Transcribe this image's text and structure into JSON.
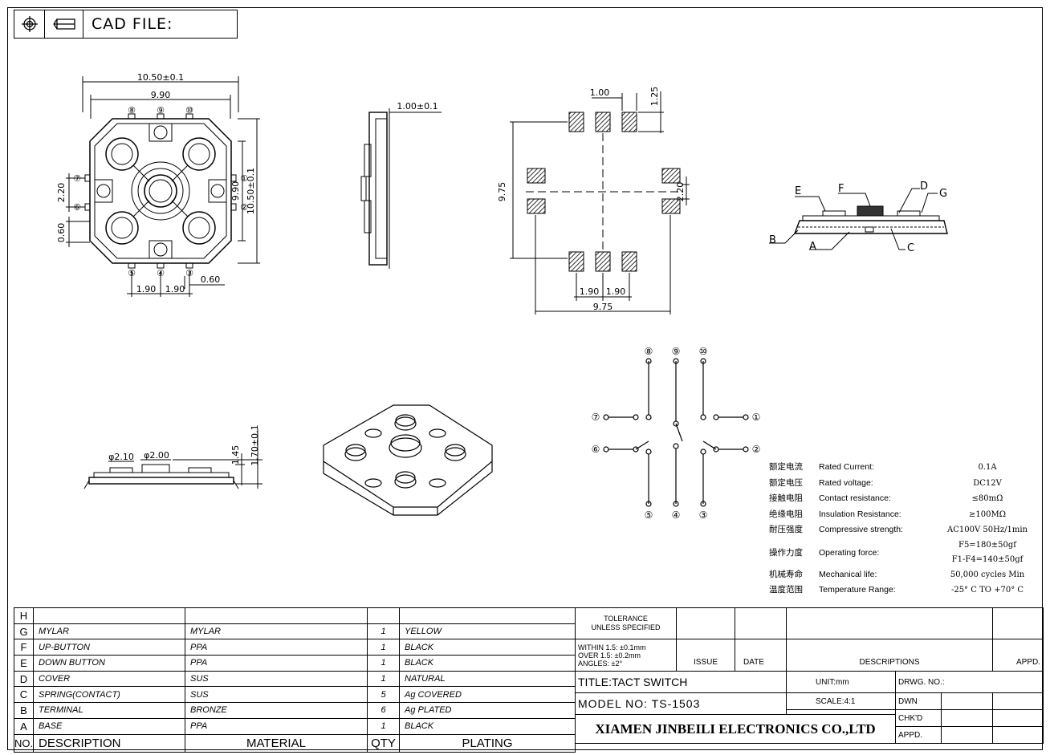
{
  "header": {
    "cad_label": "CAD FILE:"
  },
  "dimensions": {
    "top_width_outer": "10.50±0.1",
    "top_width_inner": "9.90",
    "left_pitch": "2.20",
    "left_lower": "0.60",
    "right_inner": "9.90",
    "right_outer": "10.50±0.1",
    "bottom_pitch_a": "1.90",
    "bottom_pitch_b": "1.90",
    "bottom_right": "0.60",
    "side_thickness": "1.00±0.1",
    "pad_width": "1.00",
    "pad_height": "1.25",
    "footprint_height": "9.75",
    "footprint_pitch": "2.20",
    "footprint_bottom_a": "1.90",
    "footprint_bottom_b": "1.90",
    "footprint_width": "9.75",
    "button_dia_outer": "φ2.10",
    "button_dia_inner": "φ2.00",
    "height_body": "1.45",
    "height_total": "1.70±0.1"
  },
  "pins": {
    "top_view_top": [
      "⑧",
      "⑨",
      "⑩"
    ],
    "top_view_bottom": [
      "⑤",
      "④",
      "③"
    ],
    "top_view_right": [
      "①",
      "②"
    ],
    "top_view_left": [
      "⑦",
      "⑥"
    ],
    "schematic": {
      "p1": "①",
      "p2": "②",
      "p3": "③",
      "p4": "④",
      "p5": "⑤",
      "p6": "⑥",
      "p7": "⑦",
      "p8": "⑧",
      "p9": "⑨",
      "p10": "⑩"
    }
  },
  "section_labels": {
    "a": "A",
    "b": "B",
    "c": "C",
    "d": "D",
    "e": "E",
    "f": "F",
    "g": "G"
  },
  "specs": [
    {
      "cn": "额定电流",
      "en": "Rated Current:",
      "val": "0.1A"
    },
    {
      "cn": "额定电压",
      "en": "Rated voltage:",
      "val": "DC12V"
    },
    {
      "cn": "接触电阻",
      "en": "Contact resistance:",
      "val": "≤80mΩ"
    },
    {
      "cn": "绝缘电阻",
      "en": "Insulation Resistance:",
      "val": "≥100MΩ"
    },
    {
      "cn": "耐压强度",
      "en": "Compressive strength:",
      "val": "AC100V  50Hz/1min"
    },
    {
      "cn": "操作力度",
      "en": "Operating force:",
      "val": "F5=180±50gf",
      "val2": "F1-F4=140±50gf"
    },
    {
      "cn": "机械寿命",
      "en": "Mechanical life:",
      "val": "50,000 cycles Min"
    },
    {
      "cn": "温度范围",
      "en": "Temperature Range:",
      "val": "-25° C TO +70° C"
    }
  ],
  "bom": {
    "rows": [
      {
        "id": "H",
        "desc": "",
        "material": "",
        "qty": "",
        "plating": ""
      },
      {
        "id": "G",
        "desc": "MYLAR",
        "material": "MYLAR",
        "qty": "1",
        "plating": "YELLOW"
      },
      {
        "id": "F",
        "desc": "UP-BUTTON",
        "material": "PPA",
        "qty": "1",
        "plating": "BLACK"
      },
      {
        "id": "E",
        "desc": "DOWN BUTTON",
        "material": "PPA",
        "qty": "1",
        "plating": "BLACK"
      },
      {
        "id": "D",
        "desc": "COVER",
        "material": "SUS",
        "qty": "1",
        "plating": "NATURAL"
      },
      {
        "id": "C",
        "desc": "SPRING(CONTACT)",
        "material": "SUS",
        "qty": "5",
        "plating": "Ag COVERED"
      },
      {
        "id": "B",
        "desc": "TERMINAL",
        "material": "BRONZE",
        "qty": "6",
        "plating": "Ag PLATED"
      },
      {
        "id": "A",
        "desc": "BASE",
        "material": "PPA",
        "qty": "1",
        "plating": "BLACK"
      }
    ],
    "header": {
      "id": "NO.",
      "desc": "DESCRIPTION",
      "material": "MATERIAL",
      "qty": "QTY",
      "plating": "PLATING"
    }
  },
  "titleblock": {
    "tolerance_1": "TOLERANCE",
    "tolerance_2": "UNLESS SPECIFIED",
    "within": "WITHIN 1.5: ±0.1mm",
    "over": "OVER 1.5: ±0.2mm",
    "angles": "ANGLES: ±2°",
    "issue": "ISSUE",
    "date": "DATE",
    "descriptions": "DESCRIPTIONS",
    "appd": "APPD.",
    "title": "TITLE:TACT SWITCH",
    "unit": "UNIT:mm",
    "drwg_no": "DRWG. NO.:",
    "model": "MODEL NO: TS-1503",
    "scale": "SCALE:4:1",
    "dwn": "DWN",
    "chkd": "CHK'D",
    "company": "XIAMEN JINBEILI ELECTRONICS CO.,LTD",
    "appd2": "APPD."
  }
}
